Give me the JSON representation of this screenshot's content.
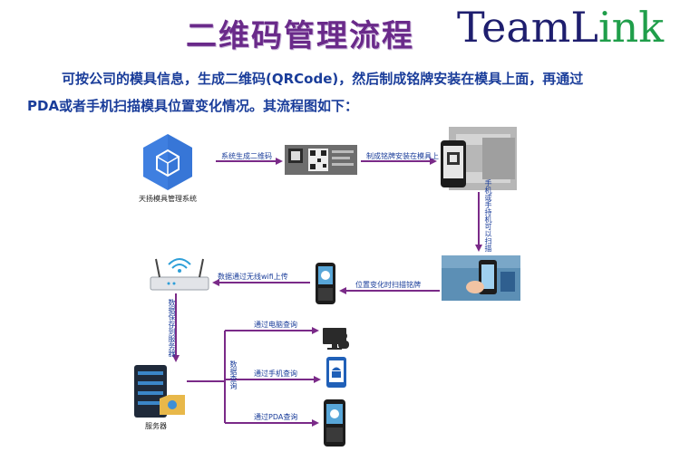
{
  "header": {
    "title": "二维码管理流程",
    "logo_team": "TeamL",
    "logo_link": "ink"
  },
  "intro": {
    "line1": "可按公司的模具信息，生成二维码(QRCode)，然后制成铭牌安装在模具上面，再通过",
    "line2": "PDA或者手机扫描模具位置变化情况。其流程图如下："
  },
  "nodes": {
    "system": "天扬模具管理系统",
    "server": "服务器"
  },
  "edges": {
    "generate_qr": "系统生成二维码",
    "make_plate": "制成铭牌安装在模具上",
    "scan_by_phone": "手机或手持机可以扫描",
    "scan_on_move": "位置变化时扫描铭牌",
    "wifi_upload": "数据通过无线wifi上传",
    "store_server": "数据保存到服务器",
    "query_pc": "通过电脑查询",
    "query_phone": "通过手机查询",
    "query_pda": "通过PDA查询",
    "data_query": "数据查询"
  },
  "colors": {
    "title": "#6a2a8a",
    "text": "#1a3d9a",
    "arrow": "#7a2a88",
    "system_hex": "#3f7fe0"
  }
}
